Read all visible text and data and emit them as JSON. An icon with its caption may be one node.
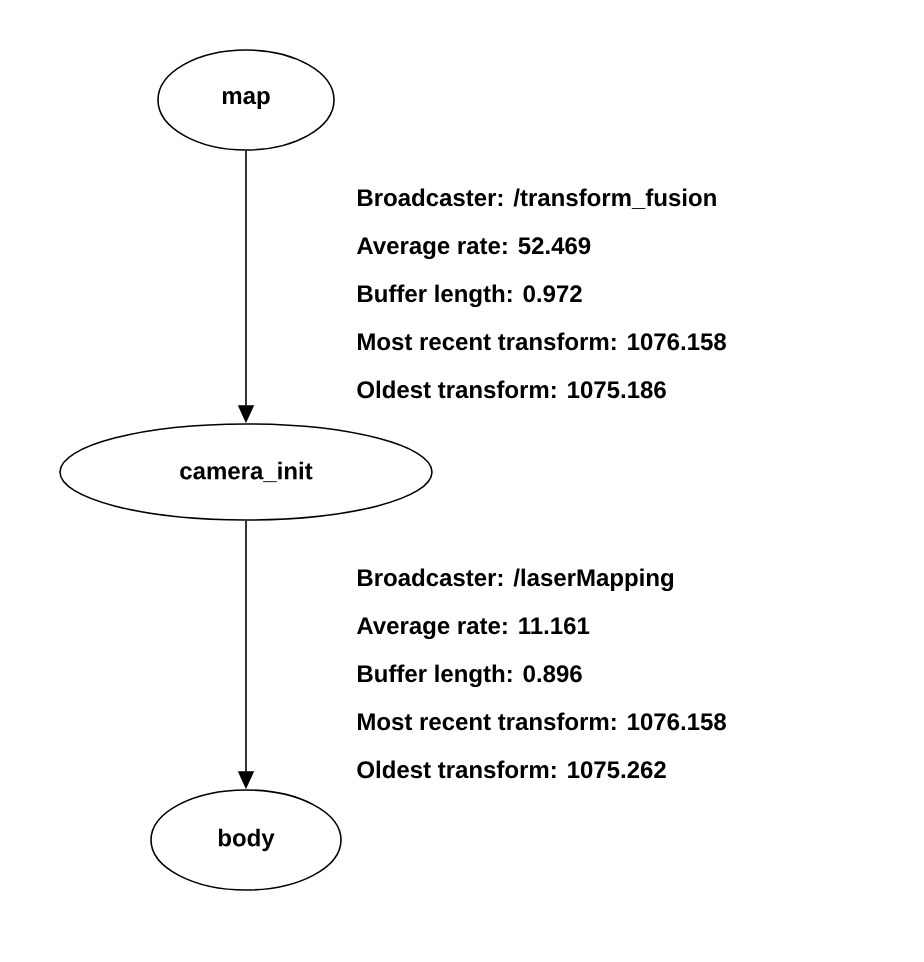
{
  "diagram": {
    "nodes": [
      {
        "text": [
          "map"
        ]
      },
      {
        "text": [
          "camera_init"
        ]
      },
      {
        "text": [
          "body"
        ]
      }
    ],
    "edges": [
      {
        "from": 0,
        "to": 1,
        "arrow": "to",
        "label": "Broadcaster: /transform_fusion"
      },
      {
        "from": 1,
        "to": 2,
        "arrow": "to",
        "label": "Broadcaster: /laserMapping"
      }
    ],
    "labels": [
      "Average rate: 52.469",
      "Buffer length: 0.972",
      "Most recent transform: 1076.158",
      "Oldest transform: 1075.186",
      "Average rate: 11.161",
      "Buffer length: 0.896",
      "Most recent transform: 1076.158",
      "Oldest transform: 1075.262"
    ]
  }
}
